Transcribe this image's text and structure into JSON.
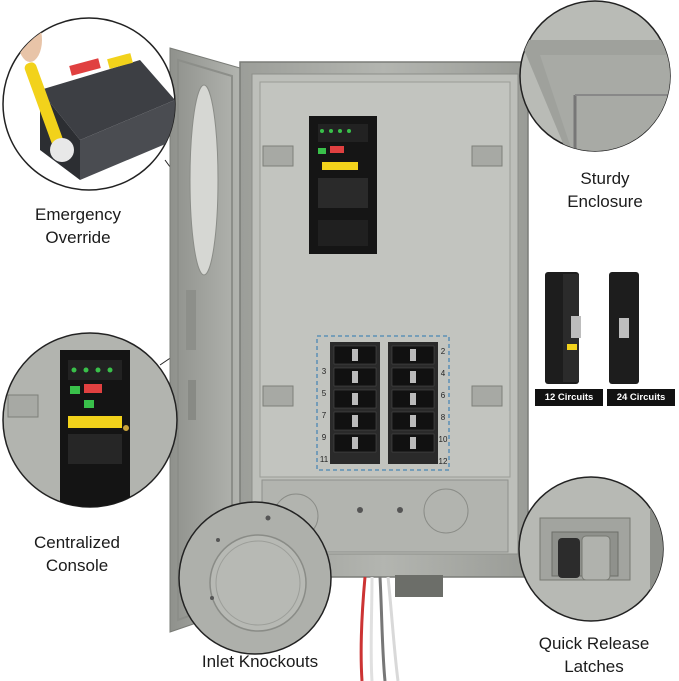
{
  "labels": {
    "emergency": [
      "Emergency",
      "Override"
    ],
    "sturdy": [
      "Sturdy",
      "Enclosure"
    ],
    "console": [
      "Centralized",
      "Console"
    ],
    "inlet": "Inlet Knockouts",
    "latches": [
      "Quick Release",
      "Latches"
    ]
  },
  "badges": {
    "circuits_12": "12 Circuits",
    "circuits_24": "24 Circuits"
  },
  "panel": {
    "left_numbers": [
      "3",
      "5",
      "7",
      "9",
      "11"
    ],
    "right_numbers": [
      "2",
      "4",
      "6",
      "8",
      "10",
      "12"
    ]
  },
  "colors": {
    "enclosure": "#a9aba6",
    "panel": "#b9bbb6",
    "breaker": "#1c1c1c",
    "highlight_box": "#4a86b5",
    "console_yellow": "#f2d21b",
    "console_green": "#39c04a",
    "console_red": "#e04040"
  }
}
